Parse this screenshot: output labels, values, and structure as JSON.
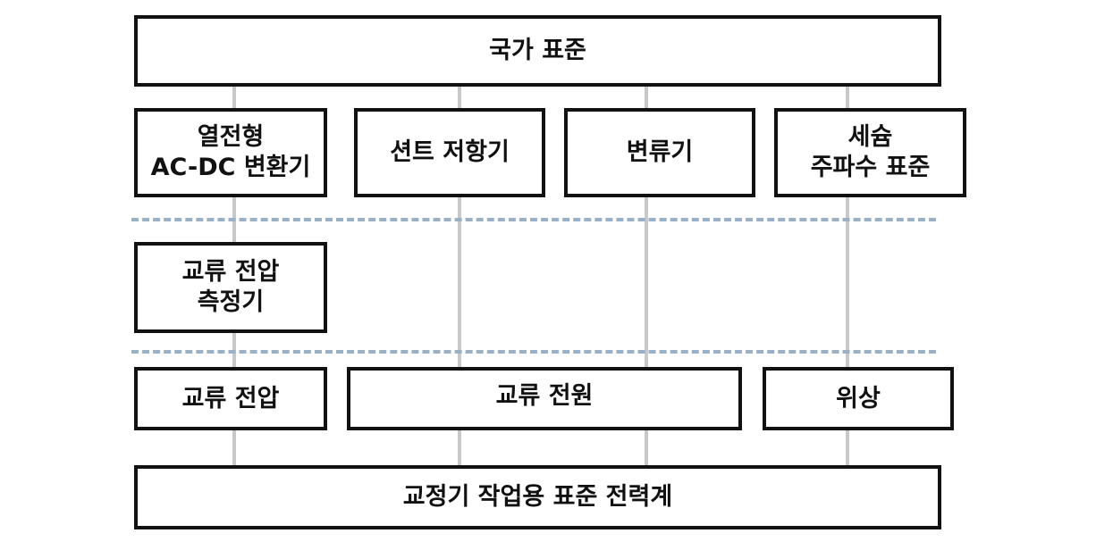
{
  "diagram": {
    "national_standard": "국가 표준",
    "tier1": {
      "thermal_converter": "열전형\nAC-DC  변환기",
      "shunt_resistor": "션트 저항기",
      "current_transformer": "변류기",
      "cesium_frequency_standard": "세슘\n주파수 표준"
    },
    "tier2": {
      "ac_voltage_meter": "교류 전압\n측정기"
    },
    "tier3": {
      "ac_voltage": "교류 전압",
      "ac_power_source": "교류 전원",
      "phase": "위상"
    },
    "working_standard": "교정기 작업용 표준 전력계"
  },
  "colors": {
    "box_border": "#111111",
    "connector": "#c8c8c8",
    "tier_separator": "#9ab0c4"
  }
}
